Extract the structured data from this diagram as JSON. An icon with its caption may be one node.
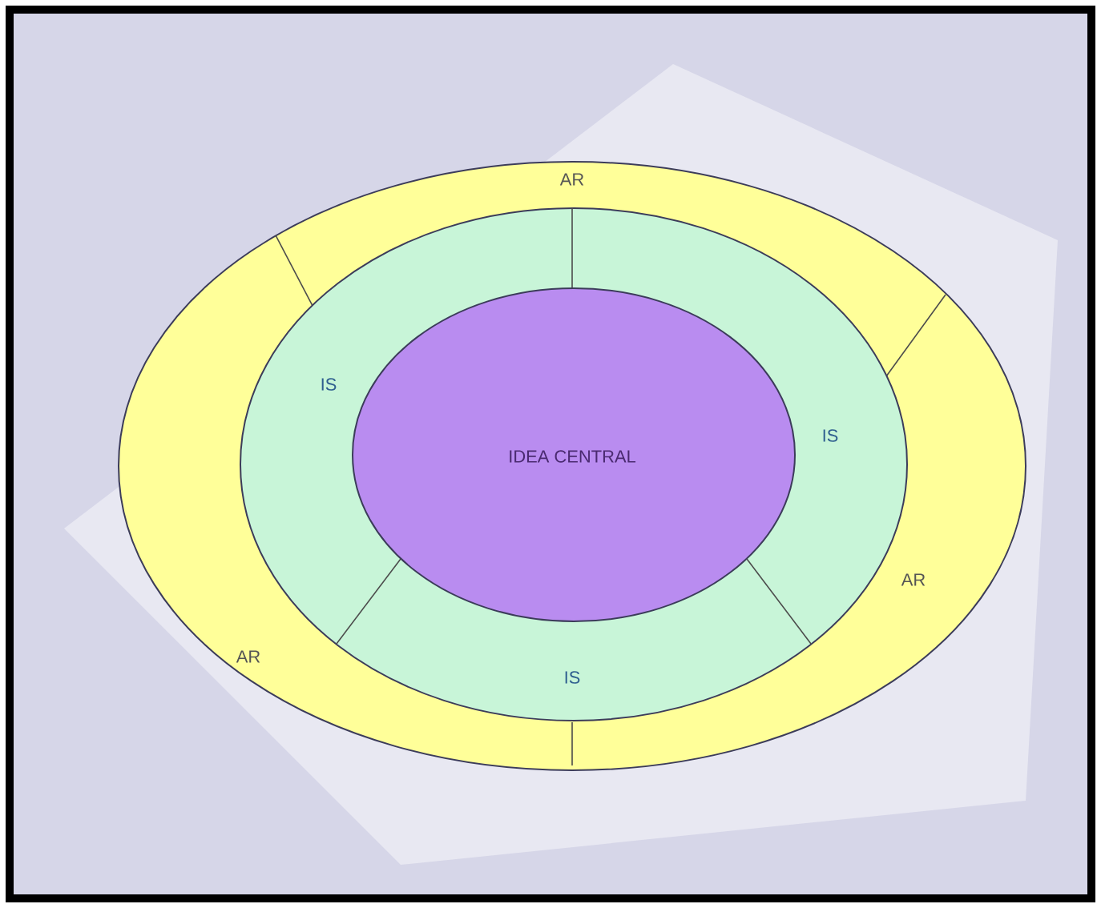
{
  "diagram": {
    "nodes": [
      {
        "text": [
          "AR",
          "AR",
          "AR"
        ]
      },
      {
        "text": [
          "IS",
          "IS",
          "IS"
        ],
        "in": 0
      },
      {
        "text": [
          "IDEA CENTRAL"
        ],
        "in": 1
      }
    ]
  }
}
